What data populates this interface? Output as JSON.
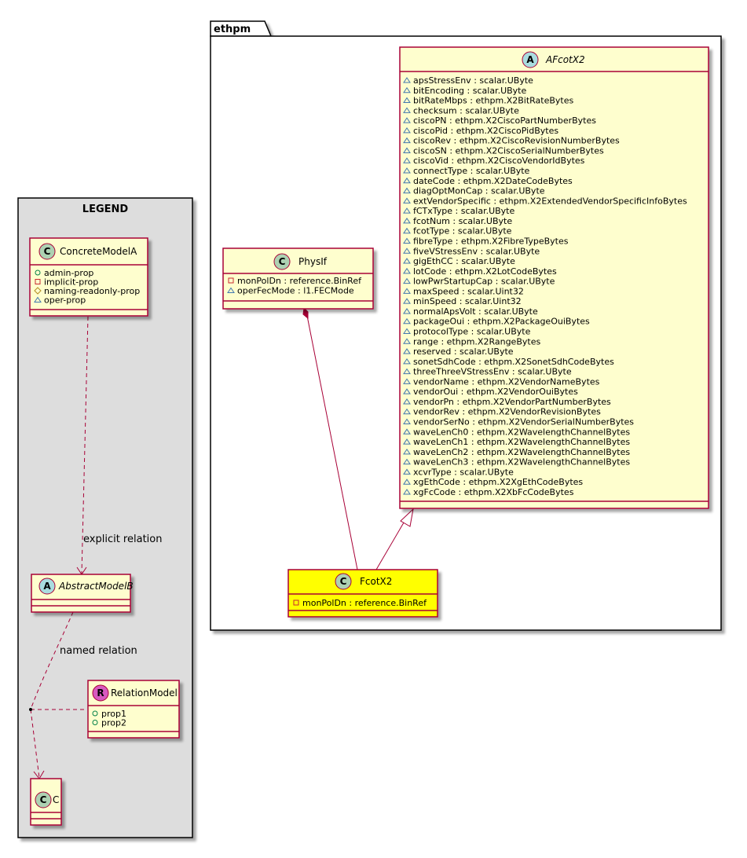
{
  "package": {
    "name": "ethpm"
  },
  "legend": {
    "title": "LEGEND",
    "concrete": {
      "name": "ConcreteModelA",
      "badge": "C",
      "props": [
        {
          "vis": "public",
          "text": "admin-prop"
        },
        {
          "vis": "private",
          "text": "implicit-prop"
        },
        {
          "vis": "protected",
          "text": "naming-readonly-prop"
        },
        {
          "vis": "package",
          "text": "oper-prop"
        }
      ]
    },
    "abstract": {
      "name": "AbstractModelB",
      "badge": "A"
    },
    "relation": {
      "name": "RelationModel",
      "badge": "R",
      "props": [
        {
          "vis": "public",
          "text": "prop1"
        },
        {
          "vis": "public",
          "text": "prop2"
        }
      ]
    },
    "c": {
      "name": "C",
      "badge": "C"
    },
    "explicit_label": "explicit relation",
    "named_label": "named relation"
  },
  "physif": {
    "name": "PhysIf",
    "badge": "C",
    "props": [
      {
        "vis": "private",
        "text": "monPolDn : reference.BinRef"
      },
      {
        "vis": "package",
        "text": "operFecMode : l1.FECMode"
      }
    ]
  },
  "fcotx2": {
    "name": "FcotX2",
    "badge": "C",
    "props": [
      {
        "vis": "private",
        "text": "monPolDn : reference.BinRef"
      }
    ]
  },
  "afcotx2": {
    "name": "AFcotX2",
    "badge": "A",
    "props": [
      {
        "vis": "package",
        "text": "apsStressEnv : scalar.UByte"
      },
      {
        "vis": "package",
        "text": "bitEncoding : scalar.UByte"
      },
      {
        "vis": "package",
        "text": "bitRateMbps : ethpm.X2BitRateBytes"
      },
      {
        "vis": "package",
        "text": "checksum : scalar.UByte"
      },
      {
        "vis": "package",
        "text": "ciscoPN : ethpm.X2CiscoPartNumberBytes"
      },
      {
        "vis": "package",
        "text": "ciscoPid : ethpm.X2CiscoPidBytes"
      },
      {
        "vis": "package",
        "text": "ciscoRev : ethpm.X2CiscoRevisionNumberBytes"
      },
      {
        "vis": "package",
        "text": "ciscoSN : ethpm.X2CiscoSerialNumberBytes"
      },
      {
        "vis": "package",
        "text": "ciscoVid : ethpm.X2CiscoVendorIdBytes"
      },
      {
        "vis": "package",
        "text": "connectType : scalar.UByte"
      },
      {
        "vis": "package",
        "text": "dateCode : ethpm.X2DateCodeBytes"
      },
      {
        "vis": "package",
        "text": "diagOptMonCap : scalar.UByte"
      },
      {
        "vis": "package",
        "text": "extVendorSpecific : ethpm.X2ExtendedVendorSpecificInfoBytes"
      },
      {
        "vis": "package",
        "text": "fCTxType : scalar.UByte"
      },
      {
        "vis": "package",
        "text": "fcotNum : scalar.UByte"
      },
      {
        "vis": "package",
        "text": "fcotType : scalar.UByte"
      },
      {
        "vis": "package",
        "text": "fibreType : ethpm.X2FibreTypeBytes"
      },
      {
        "vis": "package",
        "text": "fiveVStressEnv : scalar.UByte"
      },
      {
        "vis": "package",
        "text": "gigEthCC : scalar.UByte"
      },
      {
        "vis": "package",
        "text": "lotCode : ethpm.X2LotCodeBytes"
      },
      {
        "vis": "package",
        "text": "lowPwrStartupCap : scalar.UByte"
      },
      {
        "vis": "package",
        "text": "maxSpeed : scalar.Uint32"
      },
      {
        "vis": "package",
        "text": "minSpeed : scalar.Uint32"
      },
      {
        "vis": "package",
        "text": "normalApsVolt : scalar.UByte"
      },
      {
        "vis": "package",
        "text": "packageOui : ethpm.X2PackageOuiBytes"
      },
      {
        "vis": "package",
        "text": "protocolType : scalar.UByte"
      },
      {
        "vis": "package",
        "text": "range : ethpm.X2RangeBytes"
      },
      {
        "vis": "package",
        "text": "reserved : scalar.UByte"
      },
      {
        "vis": "package",
        "text": "sonetSdhCode : ethpm.X2SonetSdhCodeBytes"
      },
      {
        "vis": "package",
        "text": "threeThreeVStressEnv : scalar.UByte"
      },
      {
        "vis": "package",
        "text": "vendorName : ethpm.X2VendorNameBytes"
      },
      {
        "vis": "package",
        "text": "vendorOui : ethpm.X2VendorOuiBytes"
      },
      {
        "vis": "package",
        "text": "vendorPn : ethpm.X2VendorPartNumberBytes"
      },
      {
        "vis": "package",
        "text": "vendorRev : ethpm.X2VendorRevisionBytes"
      },
      {
        "vis": "package",
        "text": "vendorSerNo : ethpm.X2VendorSerialNumberBytes"
      },
      {
        "vis": "package",
        "text": "waveLenCh0 : ethpm.X2WavelengthChannelBytes"
      },
      {
        "vis": "package",
        "text": "waveLenCh1 : ethpm.X2WavelengthChannelBytes"
      },
      {
        "vis": "package",
        "text": "waveLenCh2 : ethpm.X2WavelengthChannelBytes"
      },
      {
        "vis": "package",
        "text": "waveLenCh3 : ethpm.X2WavelengthChannelBytes"
      },
      {
        "vis": "package",
        "text": "xcvrType : scalar.UByte"
      },
      {
        "vis": "package",
        "text": "xgEthCode : ethpm.X2XgEthCodeBytes"
      },
      {
        "vis": "package",
        "text": "xgFcCode : ethpm.X2XbFcCodeBytes"
      }
    ]
  },
  "colors": {
    "class_fill": "#FEFECE",
    "class_border": "#A80036",
    "highlight_fill": "#FFFF00",
    "legend_bg": "#DDDDDD",
    "badge_c": "#ADD1B2",
    "badge_a": "#A9DCDF",
    "badge_r": "#D75ABF"
  }
}
